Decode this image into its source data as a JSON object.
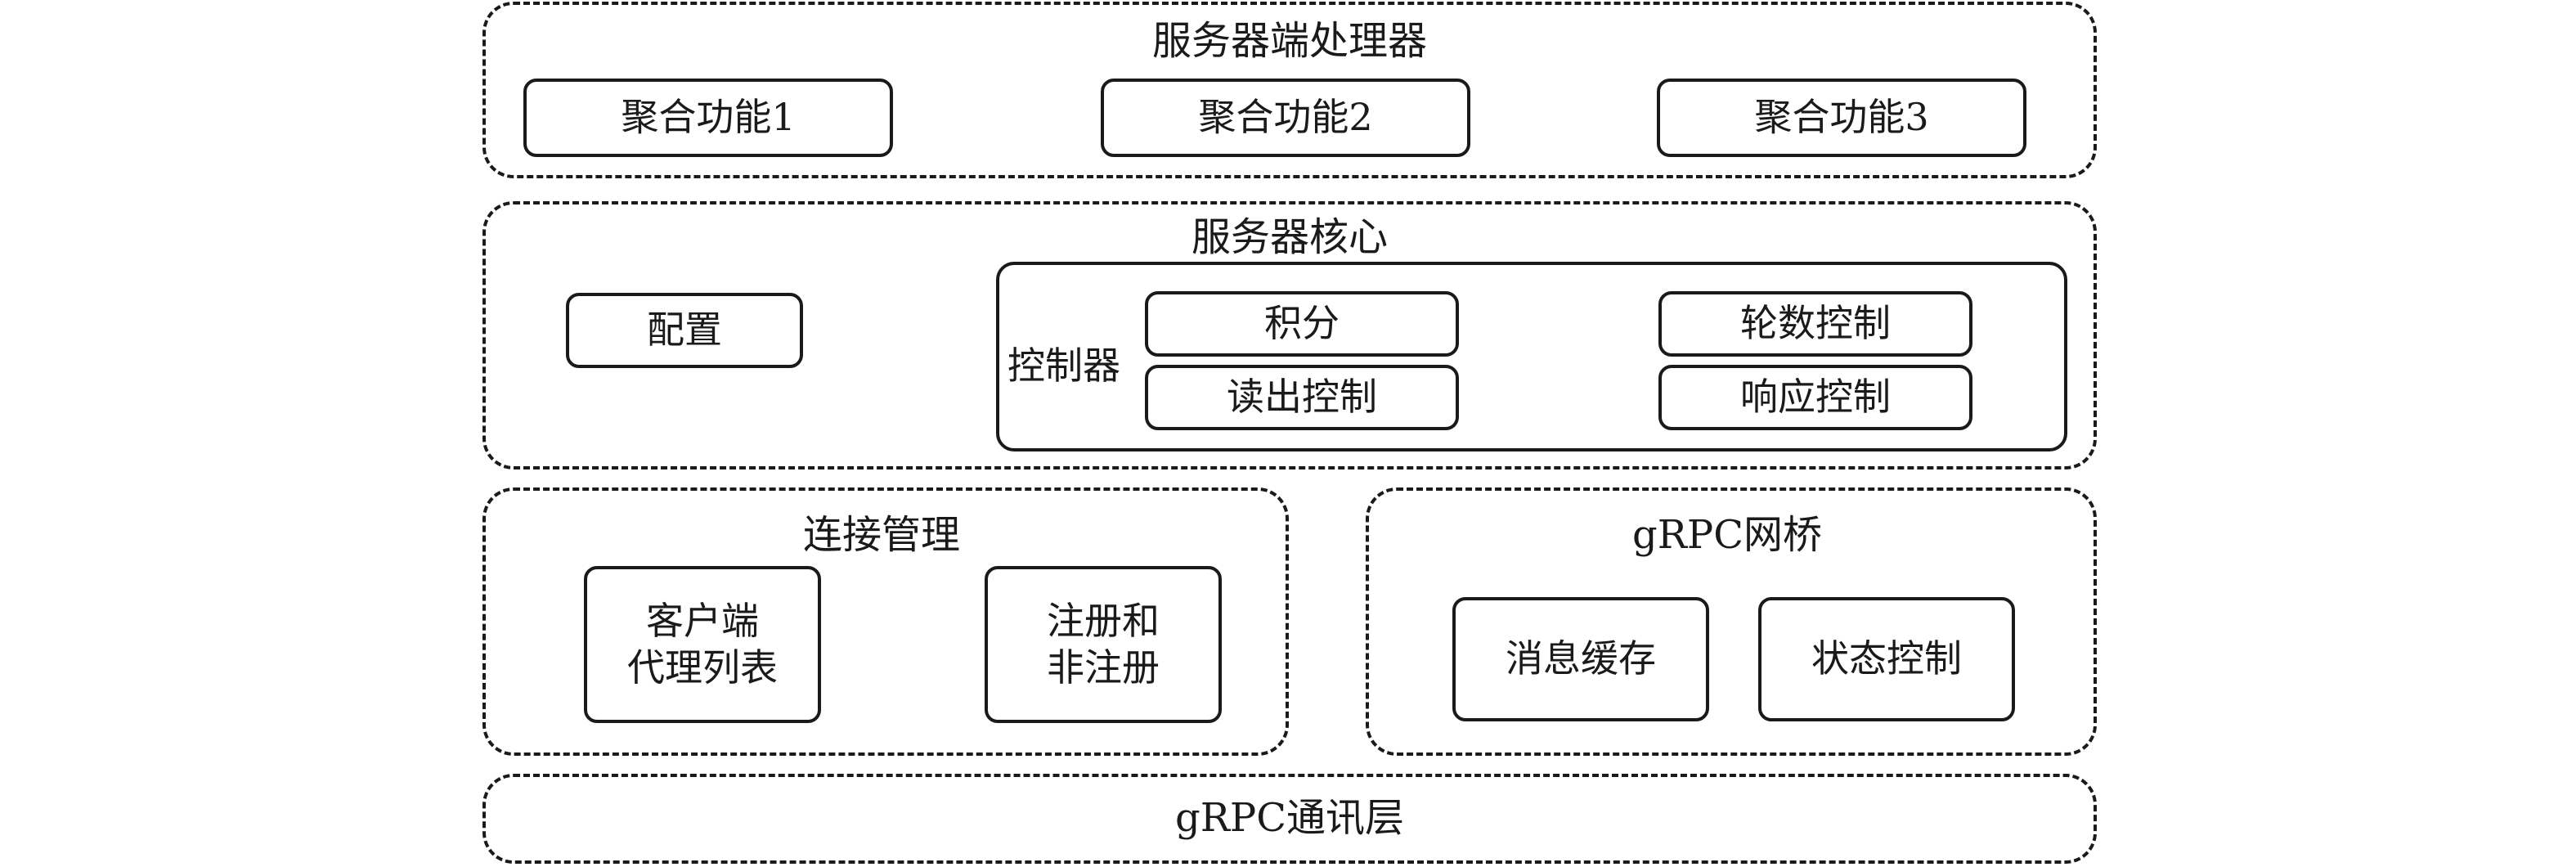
{
  "server_processor": {
    "title": "服务器端处理器",
    "functions": [
      "聚合功能1",
      "聚合功能2",
      "聚合功能3"
    ]
  },
  "server_core": {
    "title": "服务器核心",
    "config": "配置",
    "controller": {
      "label": "控制器",
      "items": [
        "积分",
        "读出控制",
        "轮数控制",
        "响应控制"
      ]
    }
  },
  "connection_management": {
    "title": "连接管理",
    "client_proxy_list": [
      "客户端",
      "代理列表"
    ],
    "registration": [
      "注册和",
      "非注册"
    ]
  },
  "grpc_bridge": {
    "title": "gRPC网桥",
    "items": [
      "消息缓存",
      "状态控制"
    ]
  },
  "grpc_comm_layer": {
    "title": "gRPC通讯层"
  }
}
